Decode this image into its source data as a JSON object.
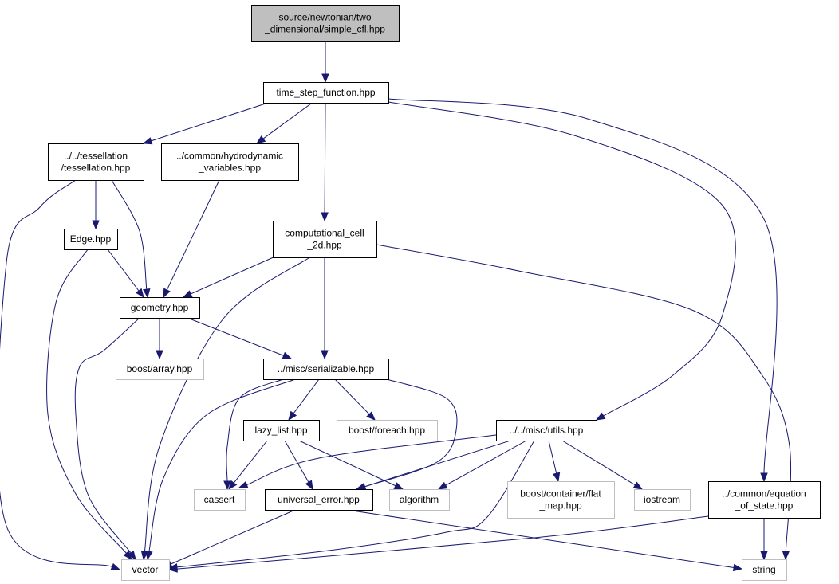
{
  "diagram": {
    "title": "",
    "colors": {
      "edge": "#191970",
      "root_fill": "#bfbfbf",
      "documented_border": "#000000",
      "external_border": "#bfbfbf"
    },
    "nodes": [
      {
        "id": "simple_cfl",
        "lines": [
          "source/newtonian/two",
          "_dimensional/simple_cfl.hpp"
        ],
        "kind": "root"
      },
      {
        "id": "time_step_function",
        "lines": [
          "time_step_function.hpp"
        ],
        "kind": "documented"
      },
      {
        "id": "tessellation",
        "lines": [
          "../../tessellation",
          "/tessellation.hpp"
        ],
        "kind": "documented"
      },
      {
        "id": "hydrodynamic_variables",
        "lines": [
          "../common/hydrodynamic",
          "_variables.hpp"
        ],
        "kind": "documented"
      },
      {
        "id": "edge",
        "lines": [
          "Edge.hpp"
        ],
        "kind": "documented"
      },
      {
        "id": "computational_cell",
        "lines": [
          "computational_cell",
          "_2d.hpp"
        ],
        "kind": "documented"
      },
      {
        "id": "geometry",
        "lines": [
          "geometry.hpp"
        ],
        "kind": "documented"
      },
      {
        "id": "boost_array",
        "lines": [
          "boost/array.hpp"
        ],
        "kind": "external"
      },
      {
        "id": "serializable",
        "lines": [
          "../misc/serializable.hpp"
        ],
        "kind": "documented"
      },
      {
        "id": "lazy_list",
        "lines": [
          "lazy_list.hpp"
        ],
        "kind": "documented"
      },
      {
        "id": "boost_foreach",
        "lines": [
          "boost/foreach.hpp"
        ],
        "kind": "external"
      },
      {
        "id": "utils",
        "lines": [
          "../../misc/utils.hpp"
        ],
        "kind": "documented"
      },
      {
        "id": "cassert",
        "lines": [
          "cassert"
        ],
        "kind": "external"
      },
      {
        "id": "universal_error",
        "lines": [
          "universal_error.hpp"
        ],
        "kind": "documented"
      },
      {
        "id": "algorithm",
        "lines": [
          "algorithm"
        ],
        "kind": "external"
      },
      {
        "id": "flat_map",
        "lines": [
          "boost/container/flat",
          "_map.hpp"
        ],
        "kind": "external"
      },
      {
        "id": "iostream",
        "lines": [
          "iostream"
        ],
        "kind": "external"
      },
      {
        "id": "equation_of_state",
        "lines": [
          "../common/equation",
          "_of_state.hpp"
        ],
        "kind": "documented"
      },
      {
        "id": "vector",
        "lines": [
          "vector"
        ],
        "kind": "external"
      },
      {
        "id": "string",
        "lines": [
          "string"
        ],
        "kind": "external"
      }
    ],
    "edges": [
      {
        "from": "simple_cfl",
        "to": "time_step_function"
      },
      {
        "from": "time_step_function",
        "to": "tessellation"
      },
      {
        "from": "time_step_function",
        "to": "hydrodynamic_variables"
      },
      {
        "from": "time_step_function",
        "to": "computational_cell"
      },
      {
        "from": "time_step_function",
        "to": "utils"
      },
      {
        "from": "time_step_function",
        "to": "equation_of_state"
      },
      {
        "from": "tessellation",
        "to": "edge"
      },
      {
        "from": "tessellation",
        "to": "geometry"
      },
      {
        "from": "tessellation",
        "to": "vector"
      },
      {
        "from": "hydrodynamic_variables",
        "to": "geometry"
      },
      {
        "from": "edge",
        "to": "geometry"
      },
      {
        "from": "edge",
        "to": "vector"
      },
      {
        "from": "computational_cell",
        "to": "geometry"
      },
      {
        "from": "computational_cell",
        "to": "serializable"
      },
      {
        "from": "computational_cell",
        "to": "vector"
      },
      {
        "from": "computational_cell",
        "to": "string"
      },
      {
        "from": "geometry",
        "to": "boost_array"
      },
      {
        "from": "geometry",
        "to": "serializable"
      },
      {
        "from": "geometry",
        "to": "vector"
      },
      {
        "from": "serializable",
        "to": "lazy_list"
      },
      {
        "from": "serializable",
        "to": "boost_foreach"
      },
      {
        "from": "serializable",
        "to": "cassert"
      },
      {
        "from": "serializable",
        "to": "universal_error"
      },
      {
        "from": "serializable",
        "to": "vector"
      },
      {
        "from": "lazy_list",
        "to": "cassert"
      },
      {
        "from": "lazy_list",
        "to": "universal_error"
      },
      {
        "from": "lazy_list",
        "to": "algorithm"
      },
      {
        "from": "utils",
        "to": "cassert"
      },
      {
        "from": "utils",
        "to": "universal_error"
      },
      {
        "from": "utils",
        "to": "algorithm"
      },
      {
        "from": "utils",
        "to": "flat_map"
      },
      {
        "from": "utils",
        "to": "iostream"
      },
      {
        "from": "utils",
        "to": "vector"
      },
      {
        "from": "universal_error",
        "to": "vector"
      },
      {
        "from": "universal_error",
        "to": "string"
      },
      {
        "from": "equation_of_state",
        "to": "vector"
      },
      {
        "from": "equation_of_state",
        "to": "string"
      }
    ]
  }
}
